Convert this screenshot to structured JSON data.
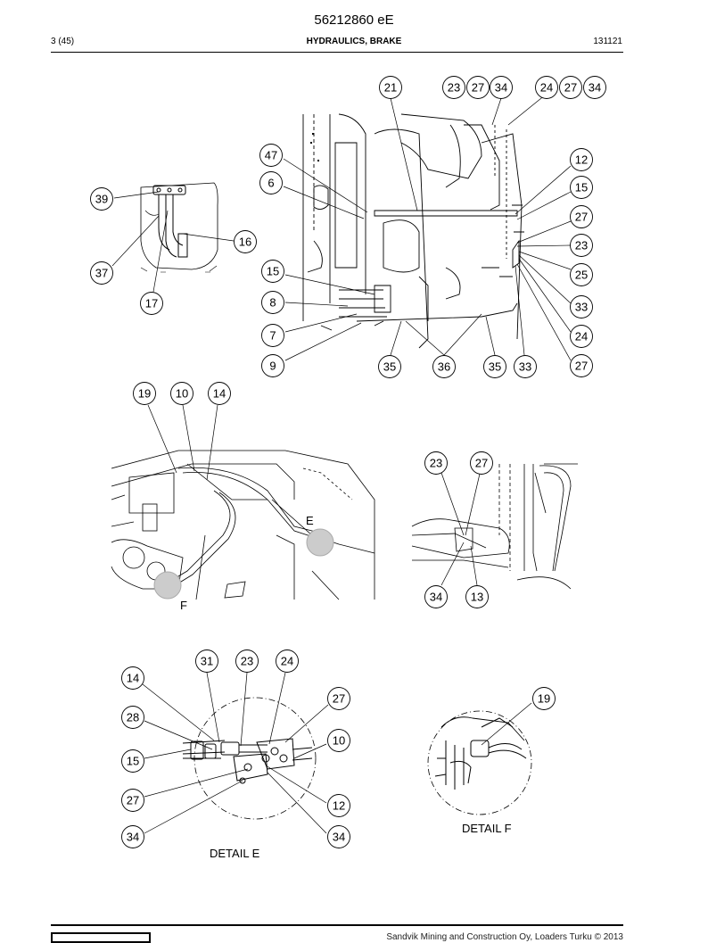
{
  "header": {
    "doc_number": "56212860 eE",
    "page": "3 (45)",
    "section": "HYDRAULICS, BRAKE",
    "date_code": "131121"
  },
  "footer": {
    "copyright": "Sandvik Mining and Construction Oy, Loaders Turku © 2013"
  },
  "view_letters": {
    "e": "E",
    "f": "F"
  },
  "captions": {
    "detail_e": "DETAIL E",
    "detail_f": "DETAIL F"
  },
  "balloons": [
    "21",
    "23",
    "27",
    "34",
    "24",
    "27",
    "34",
    "47",
    "6",
    "12",
    "15",
    "27",
    "23",
    "25",
    "15",
    "8",
    "33",
    "7",
    "24",
    "9",
    "35",
    "36",
    "35",
    "33",
    "27",
    "39",
    "16",
    "37",
    "17",
    "19",
    "10",
    "14",
    "23",
    "27",
    "34",
    "13",
    "31",
    "23",
    "24",
    "14",
    "28",
    "27",
    "15",
    "10",
    "27",
    "12",
    "34",
    "34",
    "19"
  ]
}
